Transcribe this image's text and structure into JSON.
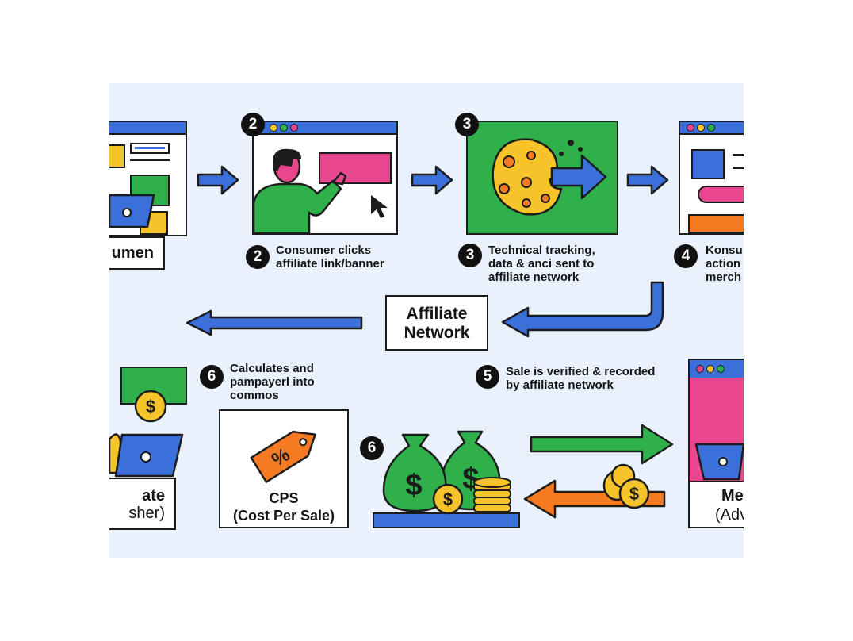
{
  "colors": {
    "background": "#e9f2fc",
    "blue": "#3b6fd9",
    "green": "#2fb04a",
    "pink": "#e8468e",
    "yellow": "#f6c42a",
    "orange": "#f57a22",
    "outline": "#1c1c1c"
  },
  "steps": {
    "step1": {
      "label_partial": "umen"
    },
    "step2": {
      "number": "2",
      "caption": "Consumer clicks\naffiliate link/banner"
    },
    "step3": {
      "number": "3",
      "caption": "Technical tracking,\ndata & anci sent to\naffiliate network"
    },
    "step4": {
      "number": "4",
      "caption": "Konsu\naction\nmerch"
    },
    "step5": {
      "number": "5",
      "caption": "Sale is verified & recorded\nby affiliate network"
    },
    "step6a": {
      "number": "6",
      "caption": "Calculates and\npampayerl into\ncommos"
    },
    "step6b": {
      "number": "6"
    }
  },
  "network": {
    "line1": "Affiliate",
    "line2": "Network"
  },
  "cps": {
    "line1": "CPS",
    "line2": "(Cost Per Sale)",
    "tag_symbol": "%"
  },
  "affiliate": {
    "line1": "ate",
    "line2": "sher)"
  },
  "merchant": {
    "line1": "Me",
    "line2": "(Adv"
  },
  "symbols": {
    "dollar": "$"
  },
  "icons": [
    "browser-window-icon",
    "person-pointing-icon",
    "cursor-icon",
    "cookie-icon",
    "arrow-right-icon",
    "arrow-left-icon",
    "cash-bill-icon",
    "coin-icon",
    "money-bag-icon",
    "coin-stack-icon",
    "price-tag-icon",
    "laptop-icon"
  ]
}
